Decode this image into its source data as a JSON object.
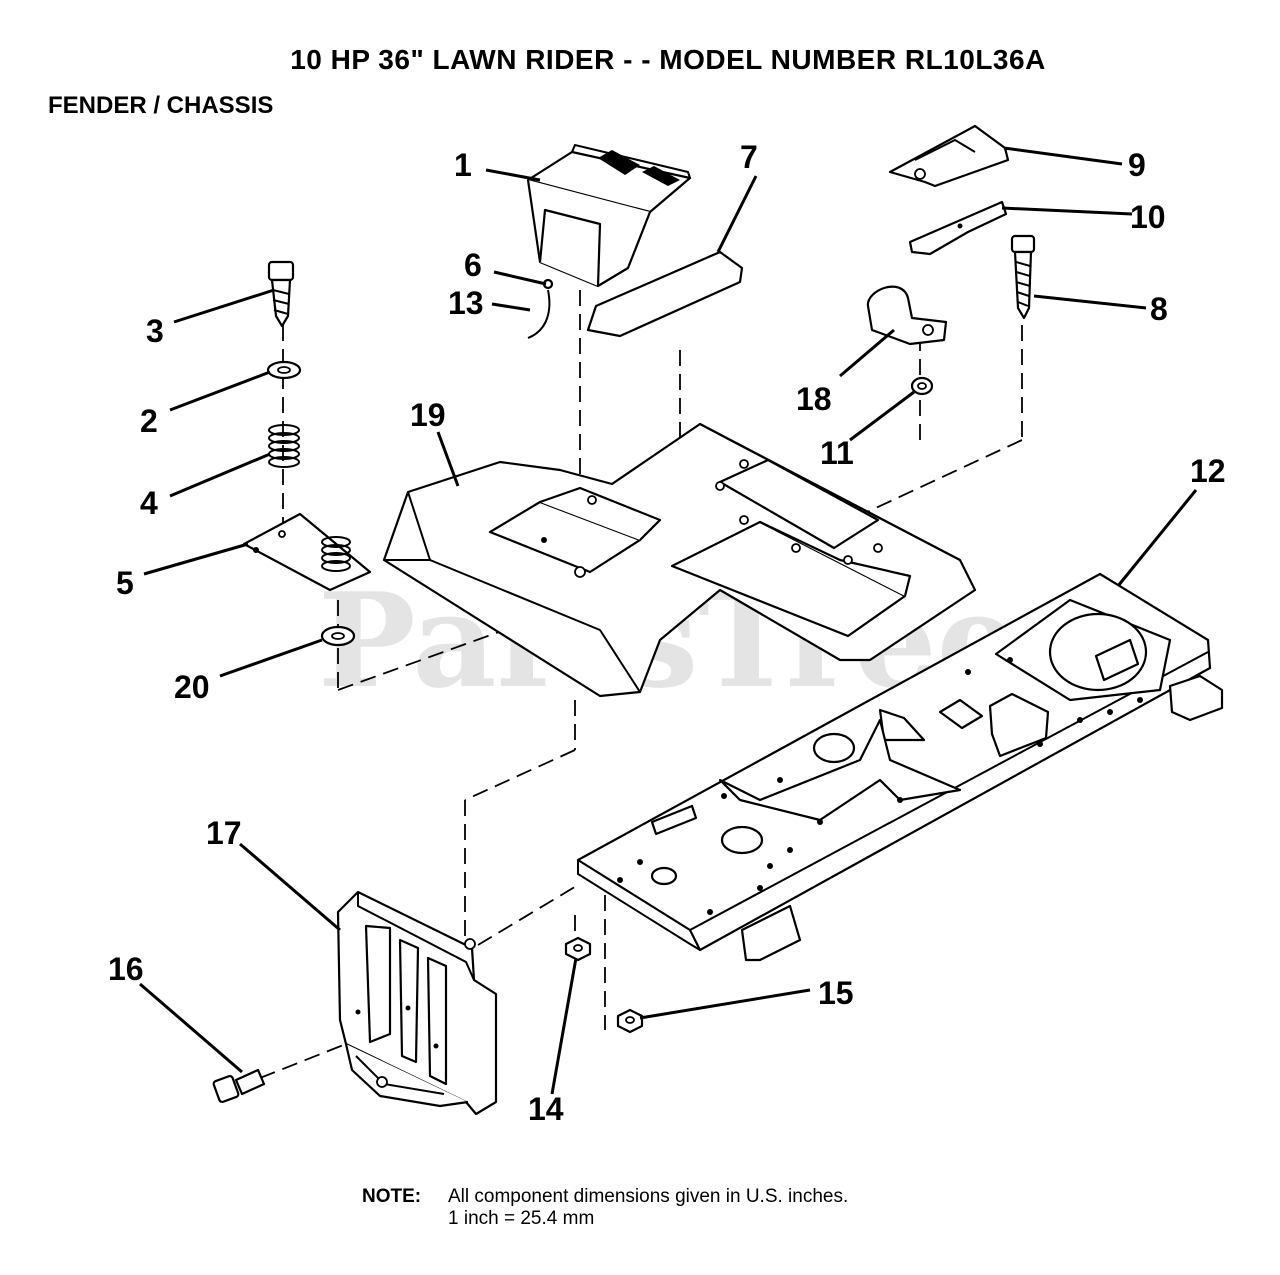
{
  "title": "10 HP 36\" LAWN RIDER - - MODEL NUMBER RL10L36A",
  "subtitle": "FENDER / CHASSIS",
  "watermark": "PartsTree",
  "note": {
    "label": "NOTE:",
    "line1": "All component dimensions given in U.S. inches.",
    "line2": "1 inch = 25.4 mm"
  },
  "callouts": {
    "c1": "1",
    "c2": "2",
    "c3": "3",
    "c4": "4",
    "c5": "5",
    "c6": "6",
    "c7": "7",
    "c8": "8",
    "c9": "9",
    "c10": "10",
    "c11": "11",
    "c12": "12",
    "c13": "13",
    "c14": "14",
    "c15": "15",
    "c16": "16",
    "c17": "17",
    "c18": "18",
    "c19": "19",
    "c20": "20"
  },
  "colors": {
    "ink": "#000000",
    "paper": "#ffffff",
    "watermark": "#cfcfcf"
  }
}
